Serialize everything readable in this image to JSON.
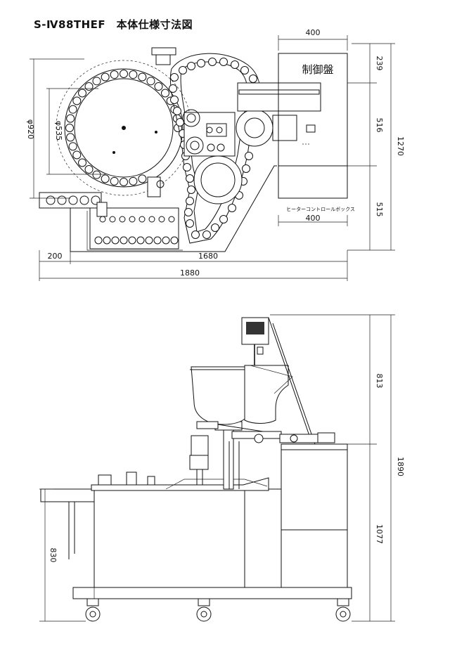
{
  "title": "S-Ⅳ88THEF　本体仕様寸法図",
  "top_view": {
    "control_panel_label": "制御盤",
    "heater_box_label": "ヒーターコントロールボックス",
    "dims": {
      "panel_width": "400",
      "heater_box_width": "400",
      "right_239": "239",
      "right_516": "516",
      "right_515": "515",
      "overall_depth": "1270",
      "diameter_920": "φ920",
      "diameter_535": "φ535",
      "left_200": "200",
      "body_1680": "1680",
      "overall_1880": "1880"
    }
  },
  "side_view": {
    "dims": {
      "height_813": "813",
      "height_1077": "1077",
      "overall_height_1890": "1890",
      "table_height_830": "830"
    }
  }
}
